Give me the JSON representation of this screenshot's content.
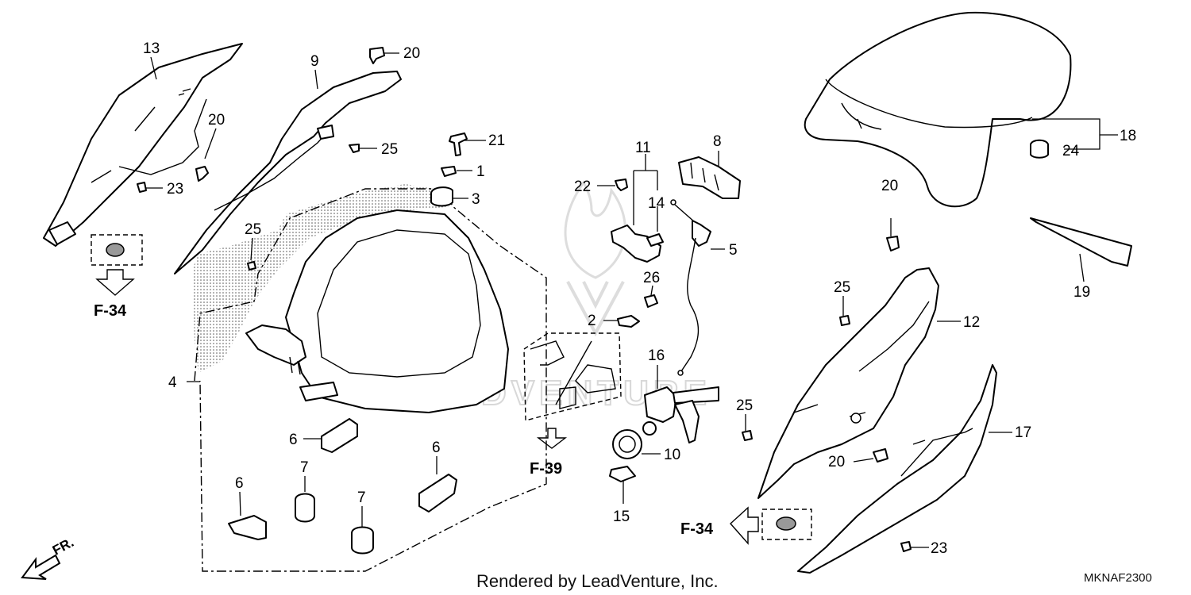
{
  "diagram": {
    "callouts": {
      "p1": "1",
      "p2": "2",
      "p3": "3",
      "p4": "4",
      "p5": "5",
      "p6a": "6",
      "p6b": "6",
      "p6c": "6",
      "p7a": "7",
      "p7b": "7",
      "p8": "8",
      "p9": "9",
      "p10": "10",
      "p11": "11",
      "p12": "12",
      "p13": "13",
      "p14": "14",
      "p15": "15",
      "p16": "16",
      "p17": "17",
      "p18": "18",
      "p19": "19",
      "p20a": "20",
      "p20b": "20",
      "p20c": "20",
      "p20d": "20",
      "p21": "21",
      "p22": "22",
      "p23a": "23",
      "p23b": "23",
      "p24": "24",
      "p25a": "25",
      "p25b": "25",
      "p25c": "25",
      "p25d": "25",
      "p26": "26"
    },
    "refs": {
      "f34_left": "F-34",
      "f39": "F-39",
      "f34_right": "F-34"
    },
    "direction": "FR.",
    "watermark": "LEADVENTURE",
    "footer": "Rendered by LeadVenture, Inc.",
    "code": "MKNAF2300"
  }
}
